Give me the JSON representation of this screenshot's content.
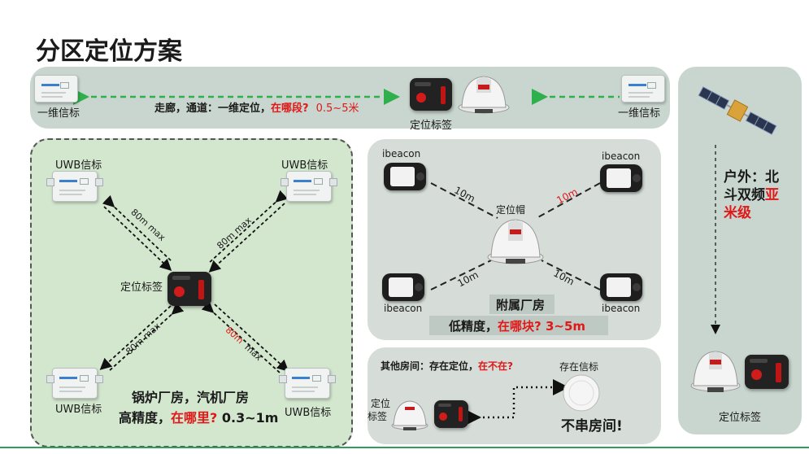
{
  "page": {
    "title": "分区定位方案"
  },
  "corridor": {
    "left_beacon_label": "一维信标",
    "right_beacon_label": "一维信标",
    "text_black": "走廊，通道：一维定位，",
    "text_red": "在哪段?",
    "text_range": "0.5~5米",
    "tag_label": "定位标签"
  },
  "uwb": {
    "tl_label": "UWB信标",
    "tr_label": "UWB信标",
    "bl_label": "UWB信标",
    "br_label": "UWB信标",
    "tag_label": "定位标签",
    "dist_tl": "80m  max",
    "dist_tr": "80m  max",
    "dist_bl": "80m  max",
    "dist_br_red": "80m",
    "dist_br_black": "max",
    "caption_line1": "锅炉厂房，汽机厂房",
    "caption_line2_black": "高精度，",
    "caption_line2_red": "在哪里?",
    "caption_line2_range": "0.3~1m"
  },
  "ibeacon": {
    "tl_label": "ibeacon",
    "tr_label": "ibeacon",
    "bl_label": "ibeacon",
    "br_label": "ibeacon",
    "helmet_label": "定位帽",
    "dist_tl": "10m",
    "dist_tr": "10m",
    "dist_bl": "10m",
    "dist_br": "10m",
    "caption_title": "附属厂房",
    "caption_black": "低精度，",
    "caption_red": "在哪块?",
    "caption_range": "3~5m"
  },
  "presence": {
    "title_black": "其他房间：存在定位，",
    "title_red": "在不在?",
    "beacon_label": "存在信标",
    "tag_label_1": "定位",
    "tag_label_2": "标签",
    "note": "不串房间!"
  },
  "outdoor": {
    "text_line1": "户外：北",
    "text_line2_black": "斗双频",
    "text_line2_red": "亚",
    "text_line3": "米级",
    "tag_label": "定位标签"
  }
}
